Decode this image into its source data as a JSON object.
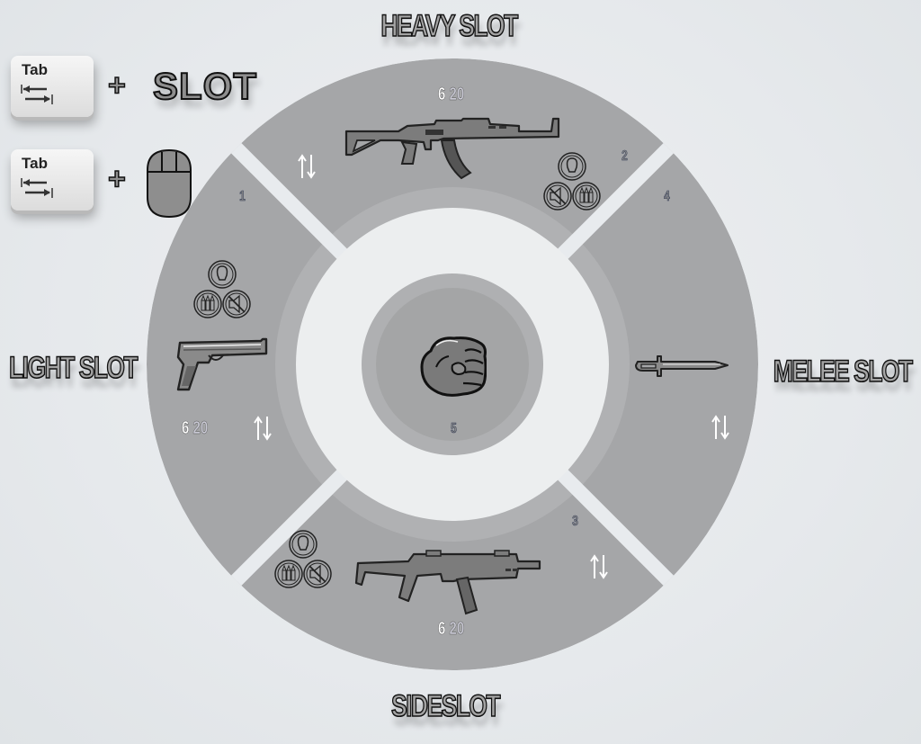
{
  "hints": {
    "row1": {
      "key_label": "Tab",
      "plus": "+",
      "target": "SLOT"
    },
    "row2": {
      "key_label": "Tab",
      "plus": "+",
      "target_icon": "mouse-icon"
    }
  },
  "slot_titles": {
    "heavy": "HEAVY SLOT",
    "light": "LIGHT SLOT",
    "melee": "MELEE SLOT",
    "side": "SIDESLOT"
  },
  "slots": {
    "heavy": {
      "number": "2",
      "weapon_icon": "assault-rifle-icon",
      "ammo_current": "6",
      "ammo_total": "20",
      "attachments": [
        "flashlight-icon",
        "suppressor-disabled-icon",
        "ammo-icon"
      ]
    },
    "light": {
      "number": "1",
      "weapon_icon": "pistol-icon",
      "ammo_current": "6",
      "ammo_total": "20",
      "attachments": [
        "flashlight-icon",
        "ammo-icon",
        "suppressor-disabled-icon"
      ]
    },
    "side": {
      "number": "3",
      "weapon_icon": "smg-icon",
      "ammo_current": "6",
      "ammo_total": "20",
      "attachments": [
        "flashlight-icon",
        "ammo-icon",
        "suppressor-disabled-icon"
      ]
    },
    "melee": {
      "number": "4",
      "weapon_icon": "knife-icon"
    },
    "fist": {
      "number": "5",
      "weapon_icon": "fist-icon"
    }
  },
  "colors": {
    "background": "#e8ebee",
    "sector": "#a5a6a8",
    "inner_band": "#b0b1b3",
    "center_ring": "#eef0f0",
    "center_core": "#a4a5a6"
  }
}
